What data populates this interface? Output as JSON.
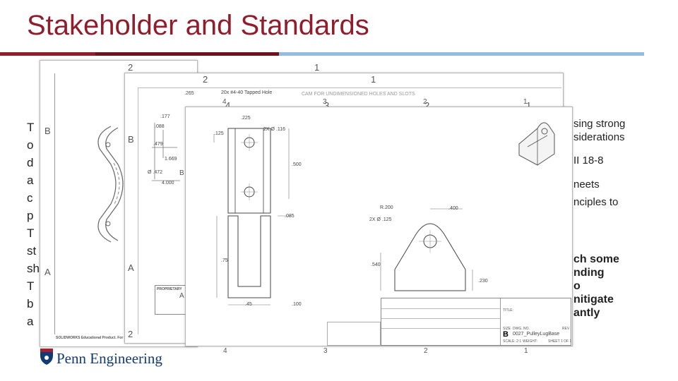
{
  "slide": {
    "title": "Stakeholder and Standards",
    "accent_color": "#8f1d2c",
    "secondary_color": "#92bce0",
    "logo_text": "Penn Engineering",
    "logo_icon": "penn-shield-icon"
  },
  "left_column_fragments": [
    "T",
    "o",
    "d",
    "a",
    "c",
    "p",
    "T",
    "st",
    "sh",
    "T",
    "b",
    "a"
  ],
  "right_column_fragments": {
    "lines": [
      "sing strong",
      "siderations",
      "II 18-8",
      "neets",
      "nciples to"
    ],
    "bold_lines": [
      "ch some",
      "nding",
      "o",
      "nitigate",
      "antly"
    ]
  },
  "sheet_back": {
    "zones_top": [
      "2",
      "1"
    ],
    "zones_side": [
      "B",
      "A"
    ],
    "footer": "SOLIDWORKS Educational Product. For Instructional Use Only."
  },
  "sheet_mid": {
    "zones_top": [
      "2",
      "1"
    ],
    "zones_top_inner": [
      "4",
      "3",
      "2",
      "1"
    ],
    "zones_side": [
      "B",
      "A"
    ],
    "callout_hole": "20x #4-40 Tapped Hole",
    "callout_265": ".265",
    "callout_cam": "CAM FOR UNDIMENSIONED HOLES AND SLOTS",
    "dims": [
      ".177",
      ".088",
      ".479",
      "1.669",
      "Ø .472",
      "4.000"
    ],
    "proprietary": "PROPRIETARY",
    "zone_bottom": "2"
  },
  "sheet_front": {
    "zones_top": [
      "4",
      "3",
      "2",
      "1"
    ],
    "zones_bottom": [
      "4",
      "3",
      "2",
      "1"
    ],
    "zones_side": [
      "B",
      "A"
    ],
    "dims": [
      ".225",
      ".125",
      "2X Ø .116",
      ".500",
      ".085",
      ".75",
      ".45",
      ".100",
      "R.200",
      ".400",
      "2X Ø .125",
      ".540",
      ".230"
    ],
    "title_block": {
      "size_label": "SIZE",
      "size_value": "B",
      "dwg_label": "DWG. NO.",
      "dwg_value": "0027_PulleyLugBase",
      "rev_label": "REV",
      "scale": "SCALE: 2:1",
      "weight": "WEIGHT:",
      "sheet": "SHEET 1 OF 1",
      "title_label": "TITLE:"
    }
  }
}
